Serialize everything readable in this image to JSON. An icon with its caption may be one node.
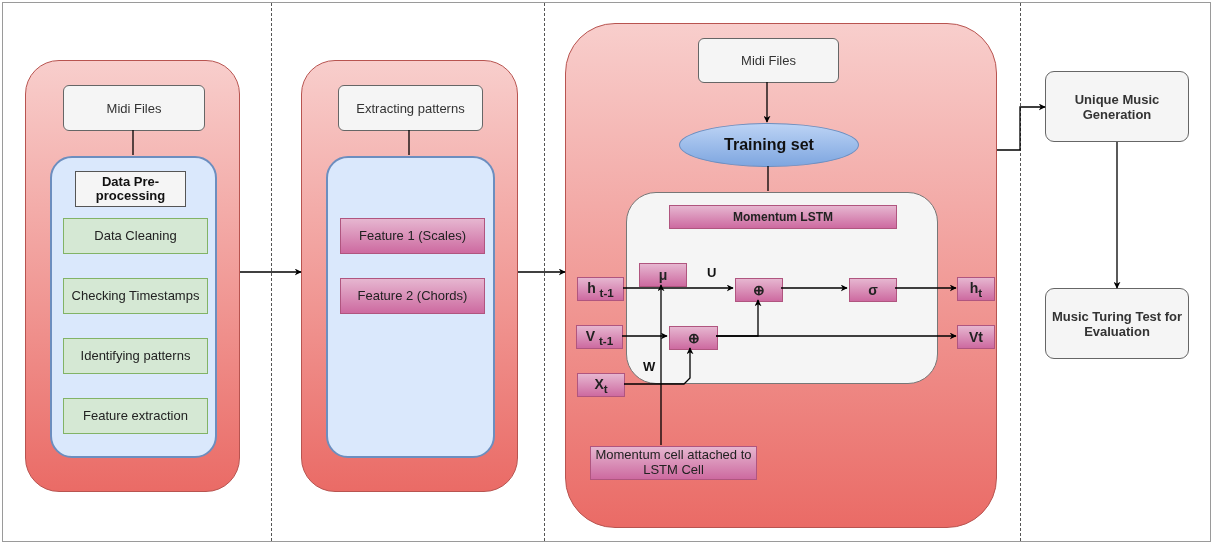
{
  "diagram": {
    "nodes": [
      {
        "text": [],
        "shape": "box"
      },
      {
        "text": [
          "Midi Files"
        ],
        "in": 0
      },
      {
        "text": [],
        "shape": "box",
        "in": 0
      },
      {
        "text": [
          "Data Pre- processing"
        ],
        "in": 2
      },
      {
        "text": [
          "Data Cleaning"
        ],
        "in": 2
      },
      {
        "text": [
          "Checking Timestamps"
        ],
        "in": 2
      },
      {
        "text": [
          "Identifying patterns"
        ],
        "in": 2
      },
      {
        "text": [
          "Feature extraction"
        ],
        "in": 2
      },
      {
        "text": [],
        "shape": "box"
      },
      {
        "text": [
          "Extracting patterns"
        ],
        "in": 8
      },
      {
        "text": [],
        "shape": "box",
        "in": 8
      },
      {
        "text": [
          "Feature 1 (Scales)"
        ],
        "in": 10
      },
      {
        "text": [
          "Feature 2 (Chords)"
        ],
        "in": 10
      },
      {
        "text": [],
        "shape": "box"
      },
      {
        "text": [
          "Midi Files"
        ],
        "in": 13
      },
      {
        "text": [
          "Training set"
        ],
        "in": 13
      },
      {
        "text": [],
        "shape": "box",
        "in": 13
      },
      {
        "text": [
          "Momentum LSTM"
        ],
        "in": 16
      },
      {
        "text": [
          "h $_{t-1}$"
        ],
        "in": 13
      },
      {
        "text": [
          "μ"
        ],
        "in": 16
      },
      {
        "text": [
          "⊕"
        ],
        "in": 16
      },
      {
        "text": [
          "σ"
        ],
        "in": 16
      },
      {
        "text": [
          "h$_{t}$"
        ],
        "in": 13
      },
      {
        "text": [
          "V $_{t-1}$"
        ],
        "in": 13
      },
      {
        "text": [
          "⊕"
        ],
        "in": 16
      },
      {
        "text": [
          "Vt"
        ],
        "in": 13
      },
      {
        "text": [
          "X$_{t}$"
        ],
        "in": 13
      },
      {
        "text": [
          "Momentum cell attached to LSTM Cell"
        ],
        "in": 13
      },
      {
        "text": [
          "Unique Music Generation"
        ]
      },
      {
        "text": [
          "Music Turing Test for Evaluation"
        ]
      }
    ],
    "edges": [
      {
        "from": 1,
        "to": 2,
        "arrow": "none"
      },
      {
        "from": 9,
        "to": 10,
        "arrow": "none"
      },
      {
        "from": 0,
        "to": 8,
        "arrow": "to"
      },
      {
        "from": 8,
        "to": 13,
        "arrow": "to"
      },
      {
        "from": 14,
        "to": 15,
        "arrow": "to"
      },
      {
        "from": 15,
        "to": 16,
        "arrow": "none"
      },
      {
        "from": 18,
        "to": 20,
        "arrow": "to",
        "label": "U"
      },
      {
        "from": 27,
        "to": 19,
        "arrow": "to"
      },
      {
        "from": 20,
        "to": 21,
        "arrow": "to"
      },
      {
        "from": 21,
        "to": 22,
        "arrow": "to"
      },
      {
        "from": 23,
        "to": 24,
        "arrow": "to"
      },
      {
        "from": 24,
        "to": 25,
        "arrow": "to"
      },
      {
        "from": 24,
        "to": 20,
        "arrow": "to"
      },
      {
        "from": 26,
        "to": 24,
        "arrow": "to",
        "label": "W"
      },
      {
        "from": 13,
        "to": 28,
        "arrow": "to"
      },
      {
        "from": 28,
        "to": 29,
        "arrow": "to"
      }
    ]
  }
}
